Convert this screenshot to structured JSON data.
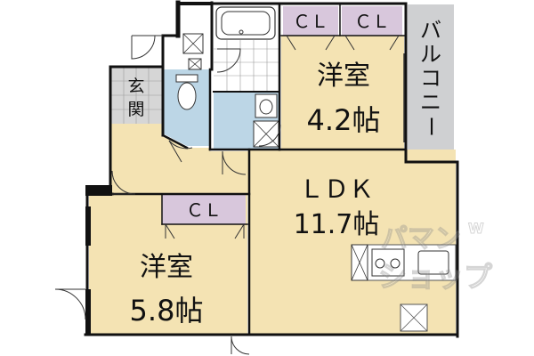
{
  "rooms": {
    "entrance": "玄関",
    "bedroom_small": {
      "name": "洋室",
      "size": "4.2帖"
    },
    "bedroom_large": {
      "name": "洋室",
      "size": "5.8帖"
    },
    "ldk": {
      "name": "ＬＤＫ",
      "size": "11.7帖"
    },
    "balcony": "バルコニー",
    "closets": [
      "ＣＬ",
      "ＣＬ",
      "ＣＬ"
    ]
  },
  "watermark": {
    "line1": "パマン",
    "line2": "ショップ",
    "mark": "W"
  },
  "colors": {
    "room_fill": "#f4e3b3",
    "wet_fill": "#bcd6e6",
    "closet_fill": "#d8c7dc",
    "balcony_fill": "#cfd0d2",
    "entrance_fill": "#d6d6d6",
    "wall": "#111111"
  }
}
